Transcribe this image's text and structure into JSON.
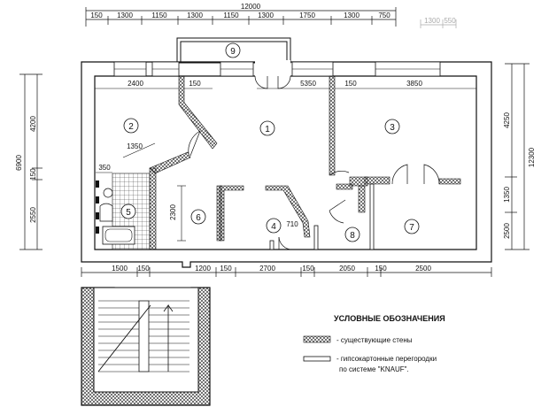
{
  "dimensions": {
    "total_width": "12000",
    "top_row": [
      "150",
      "1300",
      "1150",
      "1300",
      "1150",
      "1300",
      "1750",
      "1300",
      "750"
    ],
    "balcony": [
      "1300",
      "550"
    ],
    "interior_top": [
      "2400",
      "150",
      "5350",
      "150",
      "3850"
    ],
    "bottom_row": [
      "1500",
      "150",
      "1200",
      "150",
      "2700",
      "150",
      "2050",
      "150",
      "2500"
    ],
    "left_total": "6900",
    "left_parts": [
      "4200",
      "150",
      "2550"
    ],
    "right_total": "12300",
    "right_parts": [
      "4250",
      "1350",
      "2500"
    ],
    "inner": {
      "d1350": "1350",
      "d350": "350",
      "d2300": "2300",
      "d710": "710"
    }
  },
  "rooms": [
    "1",
    "2",
    "3",
    "4",
    "5",
    "6",
    "7",
    "8",
    "9"
  ],
  "legend": {
    "title": "УСЛОВНЫЕ ОБОЗНАЧЕНИЯ",
    "existing_walls": "- существующие стены",
    "partitions_line1": "- гипсокартонные перегородки",
    "partitions_line2": "по системе \"KNAUF\"."
  }
}
